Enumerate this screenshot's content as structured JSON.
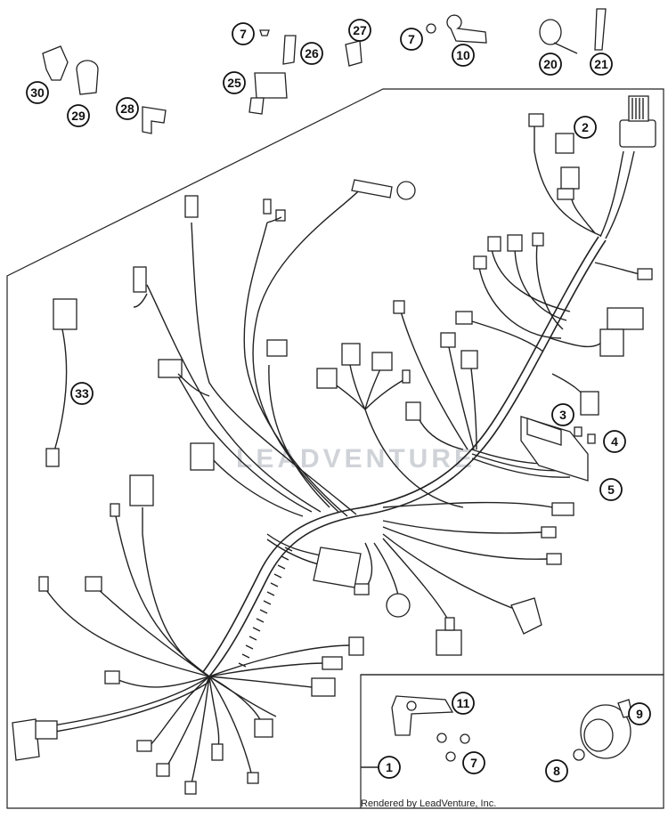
{
  "diagram": {
    "watermark": "LEADVENTURE",
    "credit": "Rendered by LeadVenture, Inc.",
    "callouts": [
      {
        "id": "c-7a",
        "label": "7"
      },
      {
        "id": "c-26",
        "label": "26"
      },
      {
        "id": "c-27",
        "label": "27"
      },
      {
        "id": "c-7b",
        "label": "7"
      },
      {
        "id": "c-10",
        "label": "10"
      },
      {
        "id": "c-20",
        "label": "20"
      },
      {
        "id": "c-21",
        "label": "21"
      },
      {
        "id": "c-25",
        "label": "25"
      },
      {
        "id": "c-30",
        "label": "30"
      },
      {
        "id": "c-29",
        "label": "29"
      },
      {
        "id": "c-28",
        "label": "28"
      },
      {
        "id": "c-2",
        "label": "2"
      },
      {
        "id": "c-33",
        "label": "33"
      },
      {
        "id": "c-3",
        "label": "3"
      },
      {
        "id": "c-4",
        "label": "4"
      },
      {
        "id": "c-5",
        "label": "5"
      },
      {
        "id": "c-11",
        "label": "11"
      },
      {
        "id": "c-9",
        "label": "9"
      },
      {
        "id": "c-1",
        "label": "1"
      },
      {
        "id": "c-7c",
        "label": "7"
      },
      {
        "id": "c-8",
        "label": "8"
      }
    ]
  }
}
